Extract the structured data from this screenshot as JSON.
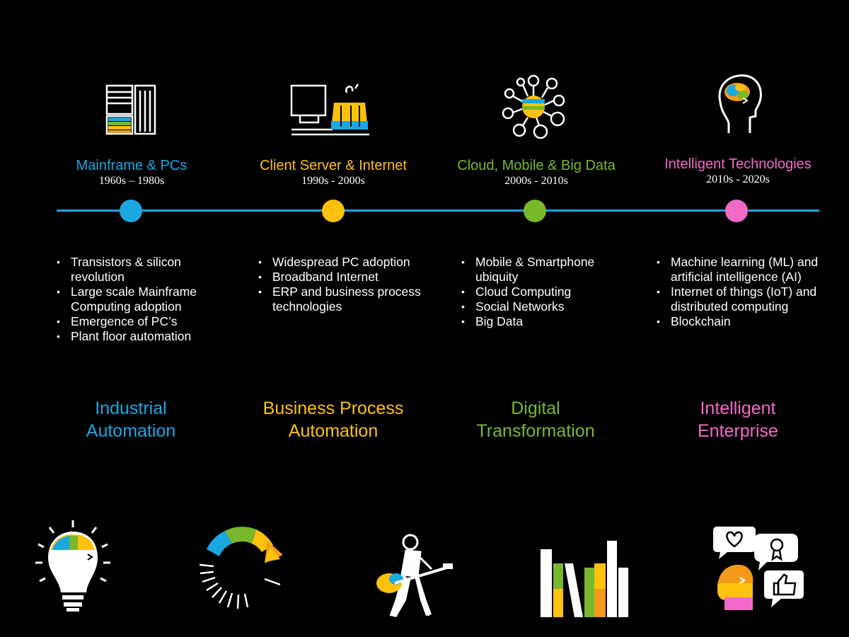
{
  "eras": [
    {
      "title": "Mainframe & PCs",
      "years": "1960s – 1980s",
      "color": "#1ba7e1",
      "icon": "mainframe-icon",
      "bullets": [
        "Transistors & silicon revolution",
        "Large scale Mainframe Computing adoption",
        "Emergence of PC’s",
        "Plant floor automation"
      ],
      "outcome_line1": "Industrial",
      "outcome_line2": "Automation"
    },
    {
      "title": "Client Server & Internet",
      "years": "1990s - 2000s",
      "color": "#fdc10e",
      "icon": "client-server-icon",
      "bullets": [
        "Widespread PC adoption",
        "Broadband Internet",
        "ERP and business process technologies"
      ],
      "outcome_line1": "Business Process",
      "outcome_line2": "Automation"
    },
    {
      "title": "Cloud, Mobile & Big Data",
      "years": "2000s - 2010s",
      "color": "#78b82a",
      "icon": "network-nodes-icon",
      "bullets": [
        "Mobile & Smartphone ubiquity",
        "Cloud Computing",
        "Social Networks",
        "Big Data"
      ],
      "outcome_line1": "Digital",
      "outcome_line2": "Transformation"
    },
    {
      "title": "Intelligent Technologies",
      "years": "2010s  - 2020s",
      "color": "#f26ac8",
      "icon": "brain-head-icon",
      "bullets": [
        "Machine learning (ML) and artificial intelligence (AI)",
        "Internet of things (IoT) and distributed computing",
        "Blockchain"
      ],
      "outcome_line1": "Intelligent",
      "outcome_line2": "Enterprise"
    }
  ],
  "bottom_icons": [
    "lightbulb-head-icon",
    "circular-arrow-icon",
    "guitar-player-icon",
    "bar-chart-icon",
    "chat-bubbles-icon"
  ]
}
